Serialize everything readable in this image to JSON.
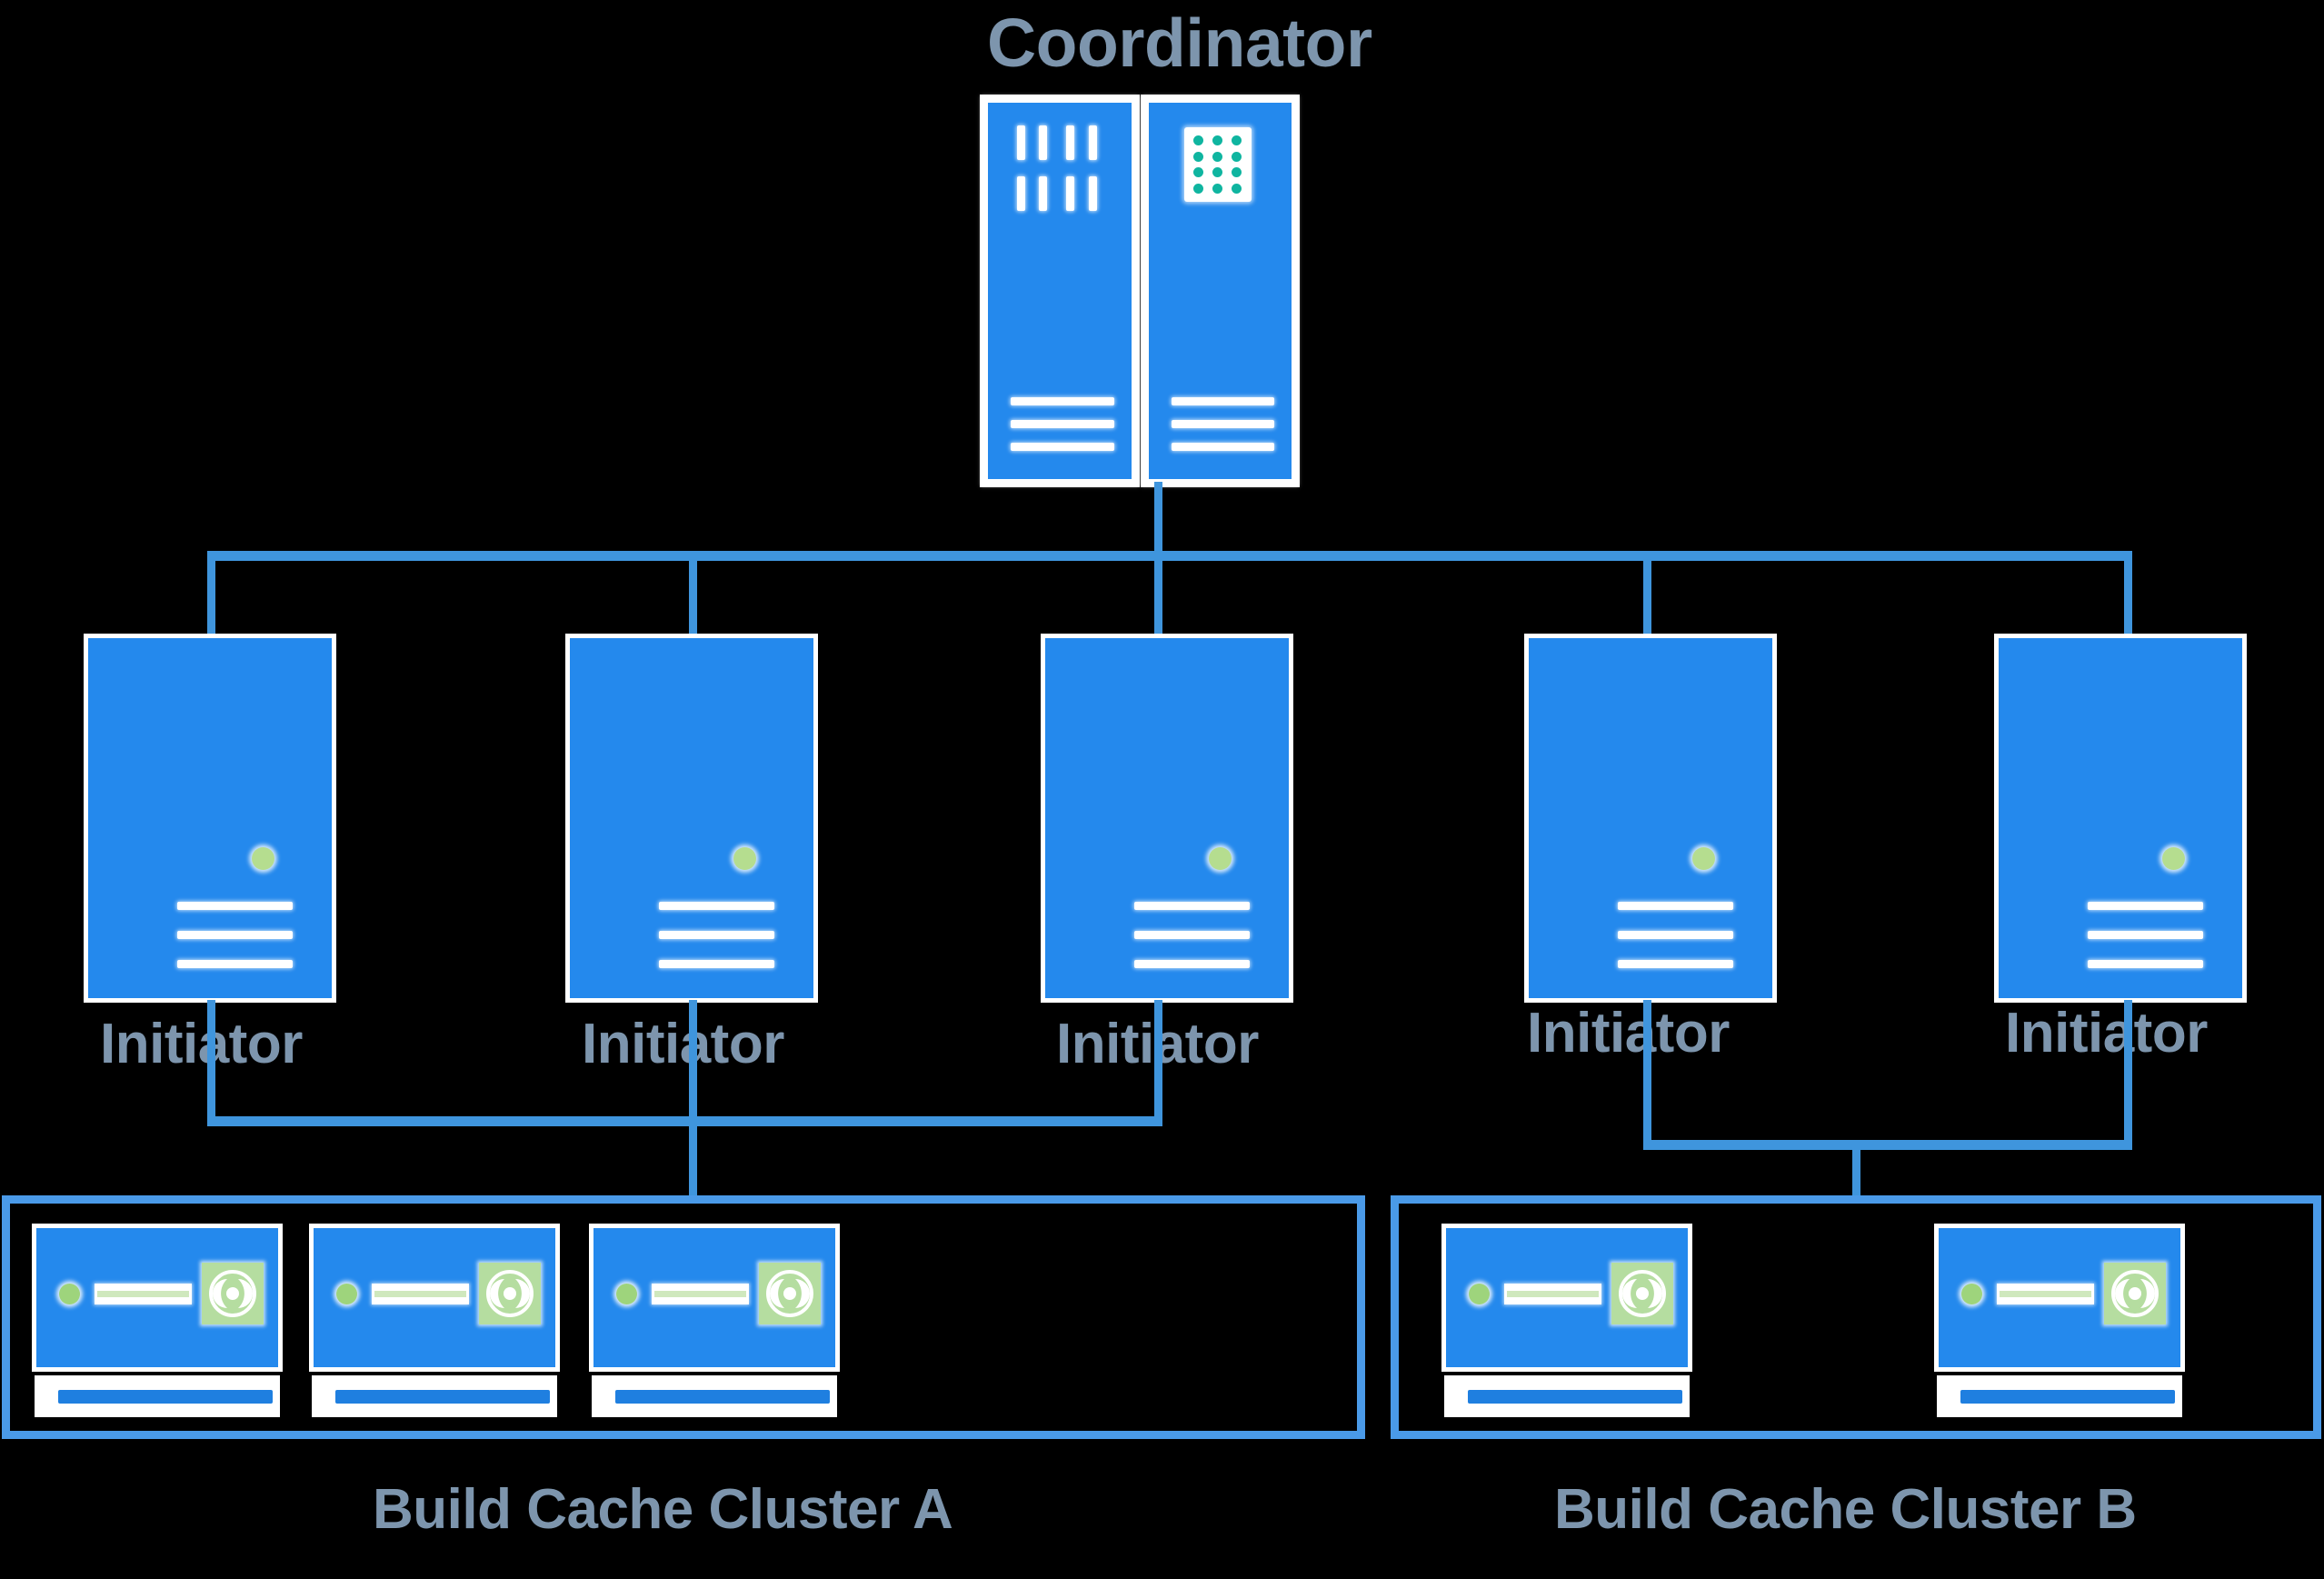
{
  "diagram": {
    "type": "architecture-tree",
    "background_color": "#000000",
    "accent_blue": "#2489ed",
    "connector_blue": "#3f95dd",
    "cluster_border_blue": "#4a9ae8",
    "label_color": "#7d95ad",
    "led_green": "#b5dd8f",
    "dot_teal": "#0fb5a0"
  },
  "coordinator": {
    "title": "Coordinator",
    "icon_name": "coordinator-server-rack-icon",
    "panels": [
      {
        "icon": "vertical-bars-icon",
        "bar_count": 8
      },
      {
        "icon": "dot-matrix-icon",
        "dot_columns": 3,
        "dot_rows": 4
      }
    ],
    "bottom_line_count": 3
  },
  "initiators": [
    {
      "label": "Initiator",
      "icon_name": "initiator-server-icon"
    },
    {
      "label": "Initiator",
      "icon_name": "initiator-server-icon"
    },
    {
      "label": "Initiator",
      "icon_name": "initiator-server-icon"
    },
    {
      "label": "Initiator",
      "icon_name": "initiator-server-icon"
    },
    {
      "label": "Initiator",
      "icon_name": "initiator-server-icon"
    }
  ],
  "clusters": [
    {
      "label": "Build Cache Cluster A",
      "node_count": 3,
      "nodes": [
        {
          "icon_name": "cache-storage-node-icon"
        },
        {
          "icon_name": "cache-storage-node-icon"
        },
        {
          "icon_name": "cache-storage-node-icon"
        }
      ]
    },
    {
      "label": "Build Cache Cluster B",
      "node_count": 2,
      "nodes": [
        {
          "icon_name": "cache-storage-node-icon"
        },
        {
          "icon_name": "cache-storage-node-icon"
        }
      ]
    }
  ]
}
